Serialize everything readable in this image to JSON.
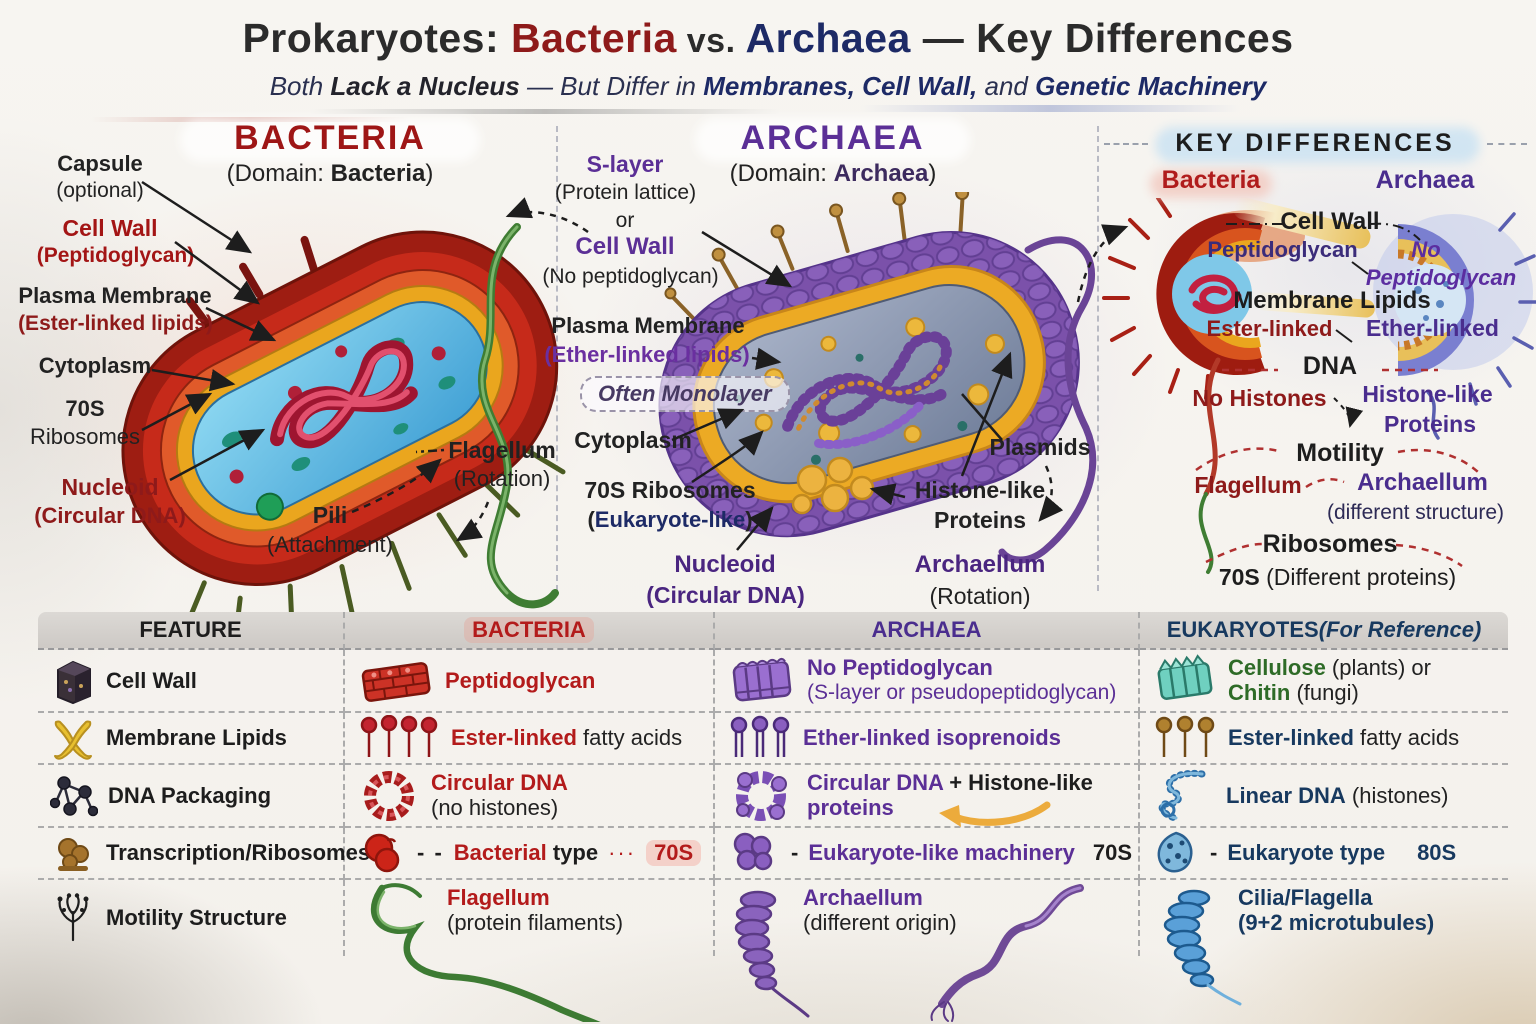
{
  "header": {
    "t1": "Prokaryotes: ",
    "t2": "Bacteria",
    "t3": " vs. ",
    "t4": "Archaea",
    "t5": " — Key Differences",
    "s1": "Both ",
    "s2": "Lack a Nucleus",
    "s3": " — But Differ in ",
    "s4": "Membranes, Cell Wall,",
    "s5": " and ",
    "s6": "Genetic Machinery"
  },
  "bacteria_panel": {
    "heading": "BACTERIA",
    "sub_open": "(Domain: ",
    "sub_name": "Bacteria",
    "sub_close": ")",
    "capsule_1": "Capsule",
    "capsule_2": "(optional)",
    "cellwall_1": "Cell Wall",
    "cellwall_2": "(Peptidoglycan)",
    "membrane_1": "Plasma Membrane",
    "membrane_2": "(Ester-linked lipids)",
    "cytoplasm": "Cytoplasm",
    "ribosomes_1": "70S",
    "ribosomes_2": "Ribosomes",
    "nucleoid_1": "Nucleoid",
    "nucleoid_2": "(Circular DNA)",
    "pili_1": "Pili",
    "pili_2": "(Attachment)",
    "flagellum_1": "Flagellum",
    "flagellum_2": "(Rotation)"
  },
  "archaea_panel": {
    "heading": "ARCHAEA",
    "sub_open": "(Domain: ",
    "sub_name": "Archaea",
    "sub_close": ")",
    "slayer_1": "S-layer",
    "slayer_2": "(Protein lattice)",
    "slayer_3": "or",
    "slayer_4": "Cell Wall",
    "slayer_5": "(No peptidoglycan)",
    "membrane_1": "Plasma Membrane",
    "membrane_2": "(Ether-linked lipids)",
    "monolayer": "Often Monolayer",
    "cytoplasm": "Cytoplasm",
    "ribosomes_1": "70S Ribosomes",
    "ribosomes_2_open": "(",
    "ribosomes_2_word": "Eukaryote-like",
    "ribosomes_2_close": ")",
    "nucleoid_1": "Nucleoid",
    "nucleoid_2": "(Circular DNA)",
    "plasmids": "Plasmids",
    "histone_1": "Histone-like",
    "histone_2": "Proteins",
    "archaellum_1": "Archaellum",
    "archaellum_2": "(Rotation)"
  },
  "keydiff": {
    "heading": "KEY DIFFERENCES",
    "col_bacteria": "Bacteria",
    "col_archaea": "Archaea",
    "cellwall_label": "Cell Wall",
    "cellwall_bact": "Peptidoglycan",
    "cellwall_arch_1": "No",
    "cellwall_arch_2": "Peptidoglycan",
    "lipids_label": "Membrane Lipids",
    "lipids_bact": "Ester-linked",
    "lipids_arch": "Ether-linked",
    "dna_label": "DNA",
    "dna_bact": "No Histones",
    "dna_arch_1": "Histone-like",
    "dna_arch_2": "Proteins",
    "motility_label": "Motility",
    "motility_bact": "Flagellum",
    "motility_arch_1": "Archaellum",
    "motility_arch_2": "(different structure)",
    "ribosomes_label": "Ribosomes",
    "ribosomes_bold": "70S",
    "ribosomes_rest": " (Different proteins)"
  },
  "table": {
    "h_feature": "FEATURE",
    "h_bacteria": "BACTERIA",
    "h_archaea": "ARCHAEA",
    "h_euk_1": "EUKARYOTES",
    "h_euk_2": " (For Reference)",
    "r1": {
      "feature": "Cell Wall",
      "bact": "Peptidoglycan",
      "arch_l1": "No Peptidoglycan",
      "arch_l2": "(S-layer or pseudopeptidoglycan)",
      "euk_l1a": "Cellulose",
      "euk_l1b": " (plants) or",
      "euk_l2a": "Chitin",
      "euk_l2b": " (fungi)"
    },
    "r2": {
      "feature": "Membrane Lipids",
      "bact_a": "Ester-linked",
      "bact_b": " fatty acids",
      "arch": "Ether-linked isoprenoids",
      "euk_a": "Ester-linked",
      "euk_b": " fatty acids"
    },
    "r3": {
      "feature": "DNA Packaging",
      "bact_l1": "Circular DNA",
      "bact_l2": "(no histones)",
      "arch_a": "Circular DNA",
      "arch_b": " + Histone-like",
      "arch_c": "proteins",
      "euk_a": "Linear DNA",
      "euk_b": " (histones)"
    },
    "r4": {
      "feature": "Transcription/Ribosomes",
      "bact_dash": "- -",
      "bact_a": "Bacterial",
      "bact_b": " type",
      "bact_dots": "···",
      "bact_70s": "70S",
      "arch_dash": "-",
      "arch_a": "Eukaryote-like machinery",
      "arch_70s": "70S",
      "euk_dash": "-",
      "euk_a": "Eukaryote type",
      "euk_80s": "80S"
    },
    "r5": {
      "feature": "Motility Structure",
      "bact_l1": "Flagellum",
      "bact_l2": "(protein filaments)",
      "arch_l1": "Archaellum",
      "arch_l2": "(different origin)",
      "euk_l1": "Cilia/Flagella",
      "euk_l2": "(9+2 microtubules)"
    }
  },
  "colors": {
    "bacteria_accent": "#b31b1b",
    "archaea_accent": "#5b2f96",
    "eukaryote_accent": "#17395f",
    "green_accent": "#2e6b27"
  },
  "icons": {
    "feature_cellwall": "dark-cube",
    "feature_lipids": "yellow-lipid-pair",
    "feature_dna": "molecule",
    "feature_ribosome": "ribosome-cluster",
    "feature_motility": "flagella-tuft",
    "bact_wall": "red-brick-block",
    "arch_wall": "purple-pleated-block",
    "euk_wall": "teal-pleated-block",
    "bact_lipids": "red-lipid-pins",
    "arch_lipids": "purple-lipid-pins",
    "euk_lipids": "brown-lipid-pins",
    "bact_dna": "red-circular-dna",
    "arch_dna": "purple-circular-dna",
    "euk_dna": "blue-linear-dna",
    "bact_ribo": "red-ribosome",
    "arch_ribo": "purple-ribosome",
    "euk_ribo": "blue-ribosome",
    "bact_flag": "green-flagellum",
    "arch_flag": "purple-archaellum",
    "euk_flag": "blue-cilium"
  }
}
